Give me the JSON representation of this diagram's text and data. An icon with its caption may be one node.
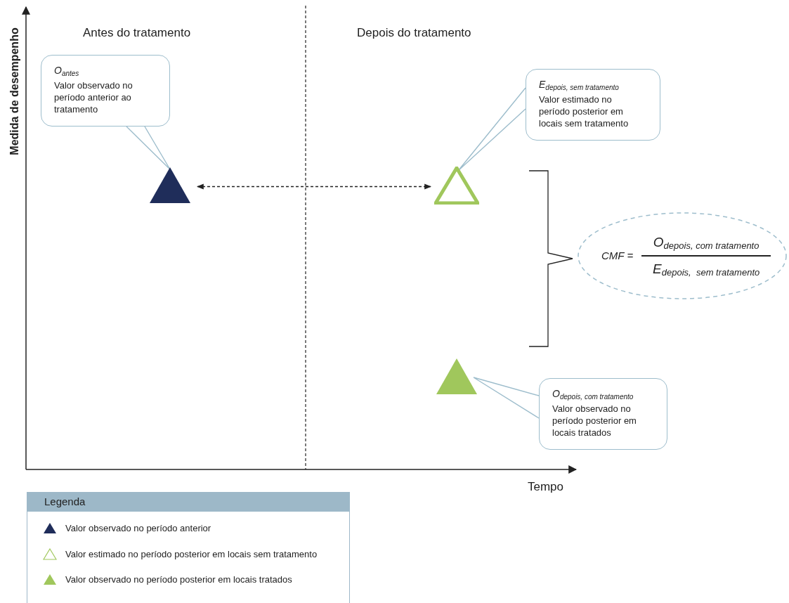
{
  "diagram": {
    "nodes": [
      {
        "text": [
          "O$_{antes}$",
          "Valor observado no período anterior ao tratamento"
        ]
      },
      {
        "text": [],
        "shape": "triangle"
      },
      {
        "text": [
          "E$_{depois, sem tratamento}$",
          "Valor estimado no período posterior em locais sem tratamento"
        ]
      },
      {
        "text": [],
        "shape": "triangle"
      },
      {
        "text": [
          "CMF =",
          "O$_{depois, com tratamento}$",
          "E$_{depois,  sem tratamento}$"
        ]
      },
      {
        "text": [],
        "shape": "triangle"
      },
      {
        "text": [
          "O$_{depois, com tratamento}$",
          "Valor observado no período posterior em locais tratados"
        ]
      }
    ],
    "edges": [
      {
        "from": 0,
        "to": 1,
        "arrow": "none"
      },
      {
        "from": 1,
        "to": 3,
        "arrow": "both",
        "style": "dashed",
        "color": "#222222"
      },
      {
        "from": 2,
        "to": 3,
        "arrow": "none"
      },
      {
        "from": 6,
        "to": 5,
        "arrow": "none"
      }
    ],
    "labels": [
      "Antes do tratamento",
      "Depois do tratamento",
      "Medida de desempenho",
      "Tempo",
      "Legenda"
    ],
    "legend": [
      {
        "text": "Valor observado no período anterior"
      },
      {
        "text": "Valor estimado no período posterior em locais sem tratamento"
      },
      {
        "text": "Valor observado no período posterior em locais tratados"
      }
    ]
  }
}
